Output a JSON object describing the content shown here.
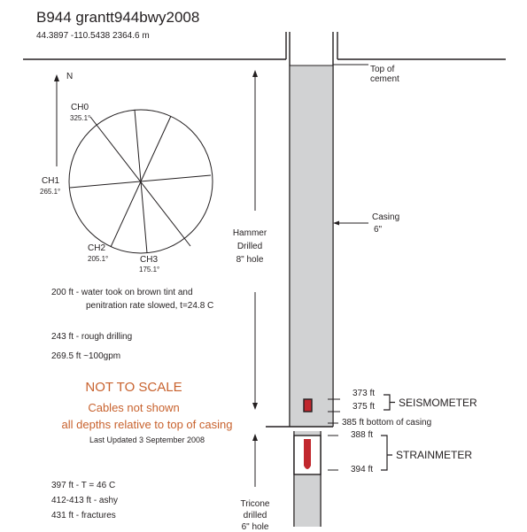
{
  "header": {
    "title": "B944 grantt944bwy2008",
    "coords": "44.3897  -110.5438  2364.6 m"
  },
  "compass": {
    "north": "N",
    "channels": [
      {
        "name": "CH0",
        "angle": "325.1°"
      },
      {
        "name": "CH1",
        "angle": "265.1°"
      },
      {
        "name": "CH2",
        "angle": "205.1°"
      },
      {
        "name": "CH3",
        "angle": "175.1°"
      }
    ]
  },
  "notes": {
    "n200_a": "200 ft -  water took on brown tint and",
    "n200_b": "penitration rate slowed, t=24.8 C",
    "n243": "243 ft - rough drilling",
    "n269": "269.5 ft   ~100gpm",
    "not_to_scale": "NOT TO SCALE",
    "cables": "Cables not shown",
    "depths": "all depths relative to top of casing",
    "updated": "Last Updated 3 September 2008",
    "n397": "397 ft - T = 46 C",
    "n412": "412-413 ft - ashy",
    "n431": "431 ft - fractures"
  },
  "labels": {
    "top_cement_1": "Top of",
    "top_cement_2": "cement",
    "hammer_1": "Hammer",
    "hammer_2": "Drilled",
    "hammer_3": "8\" hole",
    "casing_1": "Casing",
    "casing_2": "6\"",
    "d373": "373 ft",
    "d375": "375 ft",
    "seismometer": "SEISMOMETER",
    "d385": "385 ft bottom of casing",
    "d388": "388 ft",
    "d394": "394 ft",
    "strainmeter": "STRAINMETER",
    "tricone_1": "Tricone",
    "tricone_2": "drilled",
    "tricone_3": "6\" hole"
  },
  "colors": {
    "accent_text": "#c8622e",
    "cement": "#d1d2d3",
    "sensor_red": "#c1272d"
  }
}
